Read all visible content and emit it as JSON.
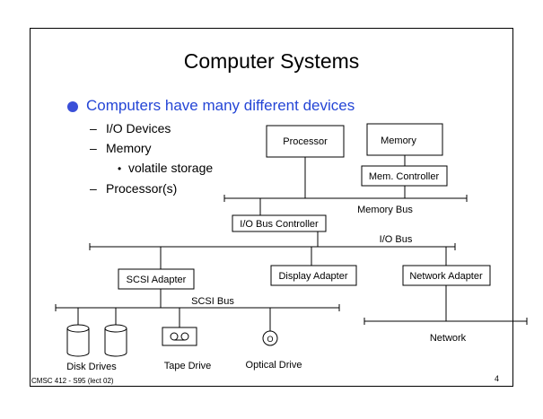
{
  "slide": {
    "title": "Computer Systems",
    "main_bullet": "Computers have many different devices",
    "sub_items": [
      "I/O Devices",
      "Memory",
      "Processor(s)"
    ],
    "subsub_items": [
      "volatile storage"
    ],
    "footer_left": "CMSC 412 - S95 (lect 02)",
    "page_number": "4"
  },
  "diagram": {
    "processor": "Processor",
    "memory": "Memory",
    "mem_controller": "Mem. Controller",
    "memory_bus": "Memory Bus",
    "io_bus_controller": "I/O Bus Controller",
    "io_bus": "I/O Bus",
    "scsi_adapter": "SCSI Adapter",
    "display_adapter": "Display Adapter",
    "network_adapter": "Network Adapter",
    "scsi_bus": "SCSI Bus",
    "network": "Network",
    "disk_drives": "Disk Drives",
    "tape_drive": "Tape Drive",
    "optical_drive": "Optical Drive",
    "optical_symbol": "O"
  },
  "colors": {
    "accent": "#2546d6",
    "bullet": "#3a4fd8"
  }
}
